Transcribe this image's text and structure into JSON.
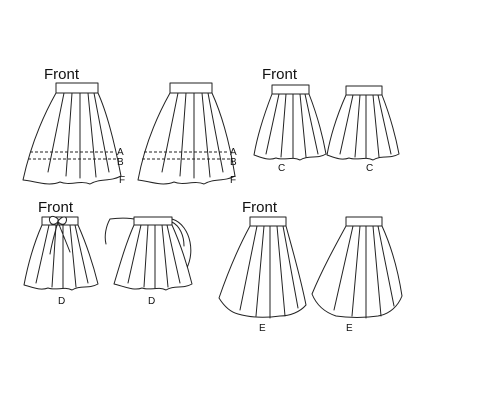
{
  "labels": {
    "front": "Front",
    "a": "A",
    "b": "B",
    "f": "F",
    "c": "C",
    "d": "D",
    "e": "E"
  }
}
